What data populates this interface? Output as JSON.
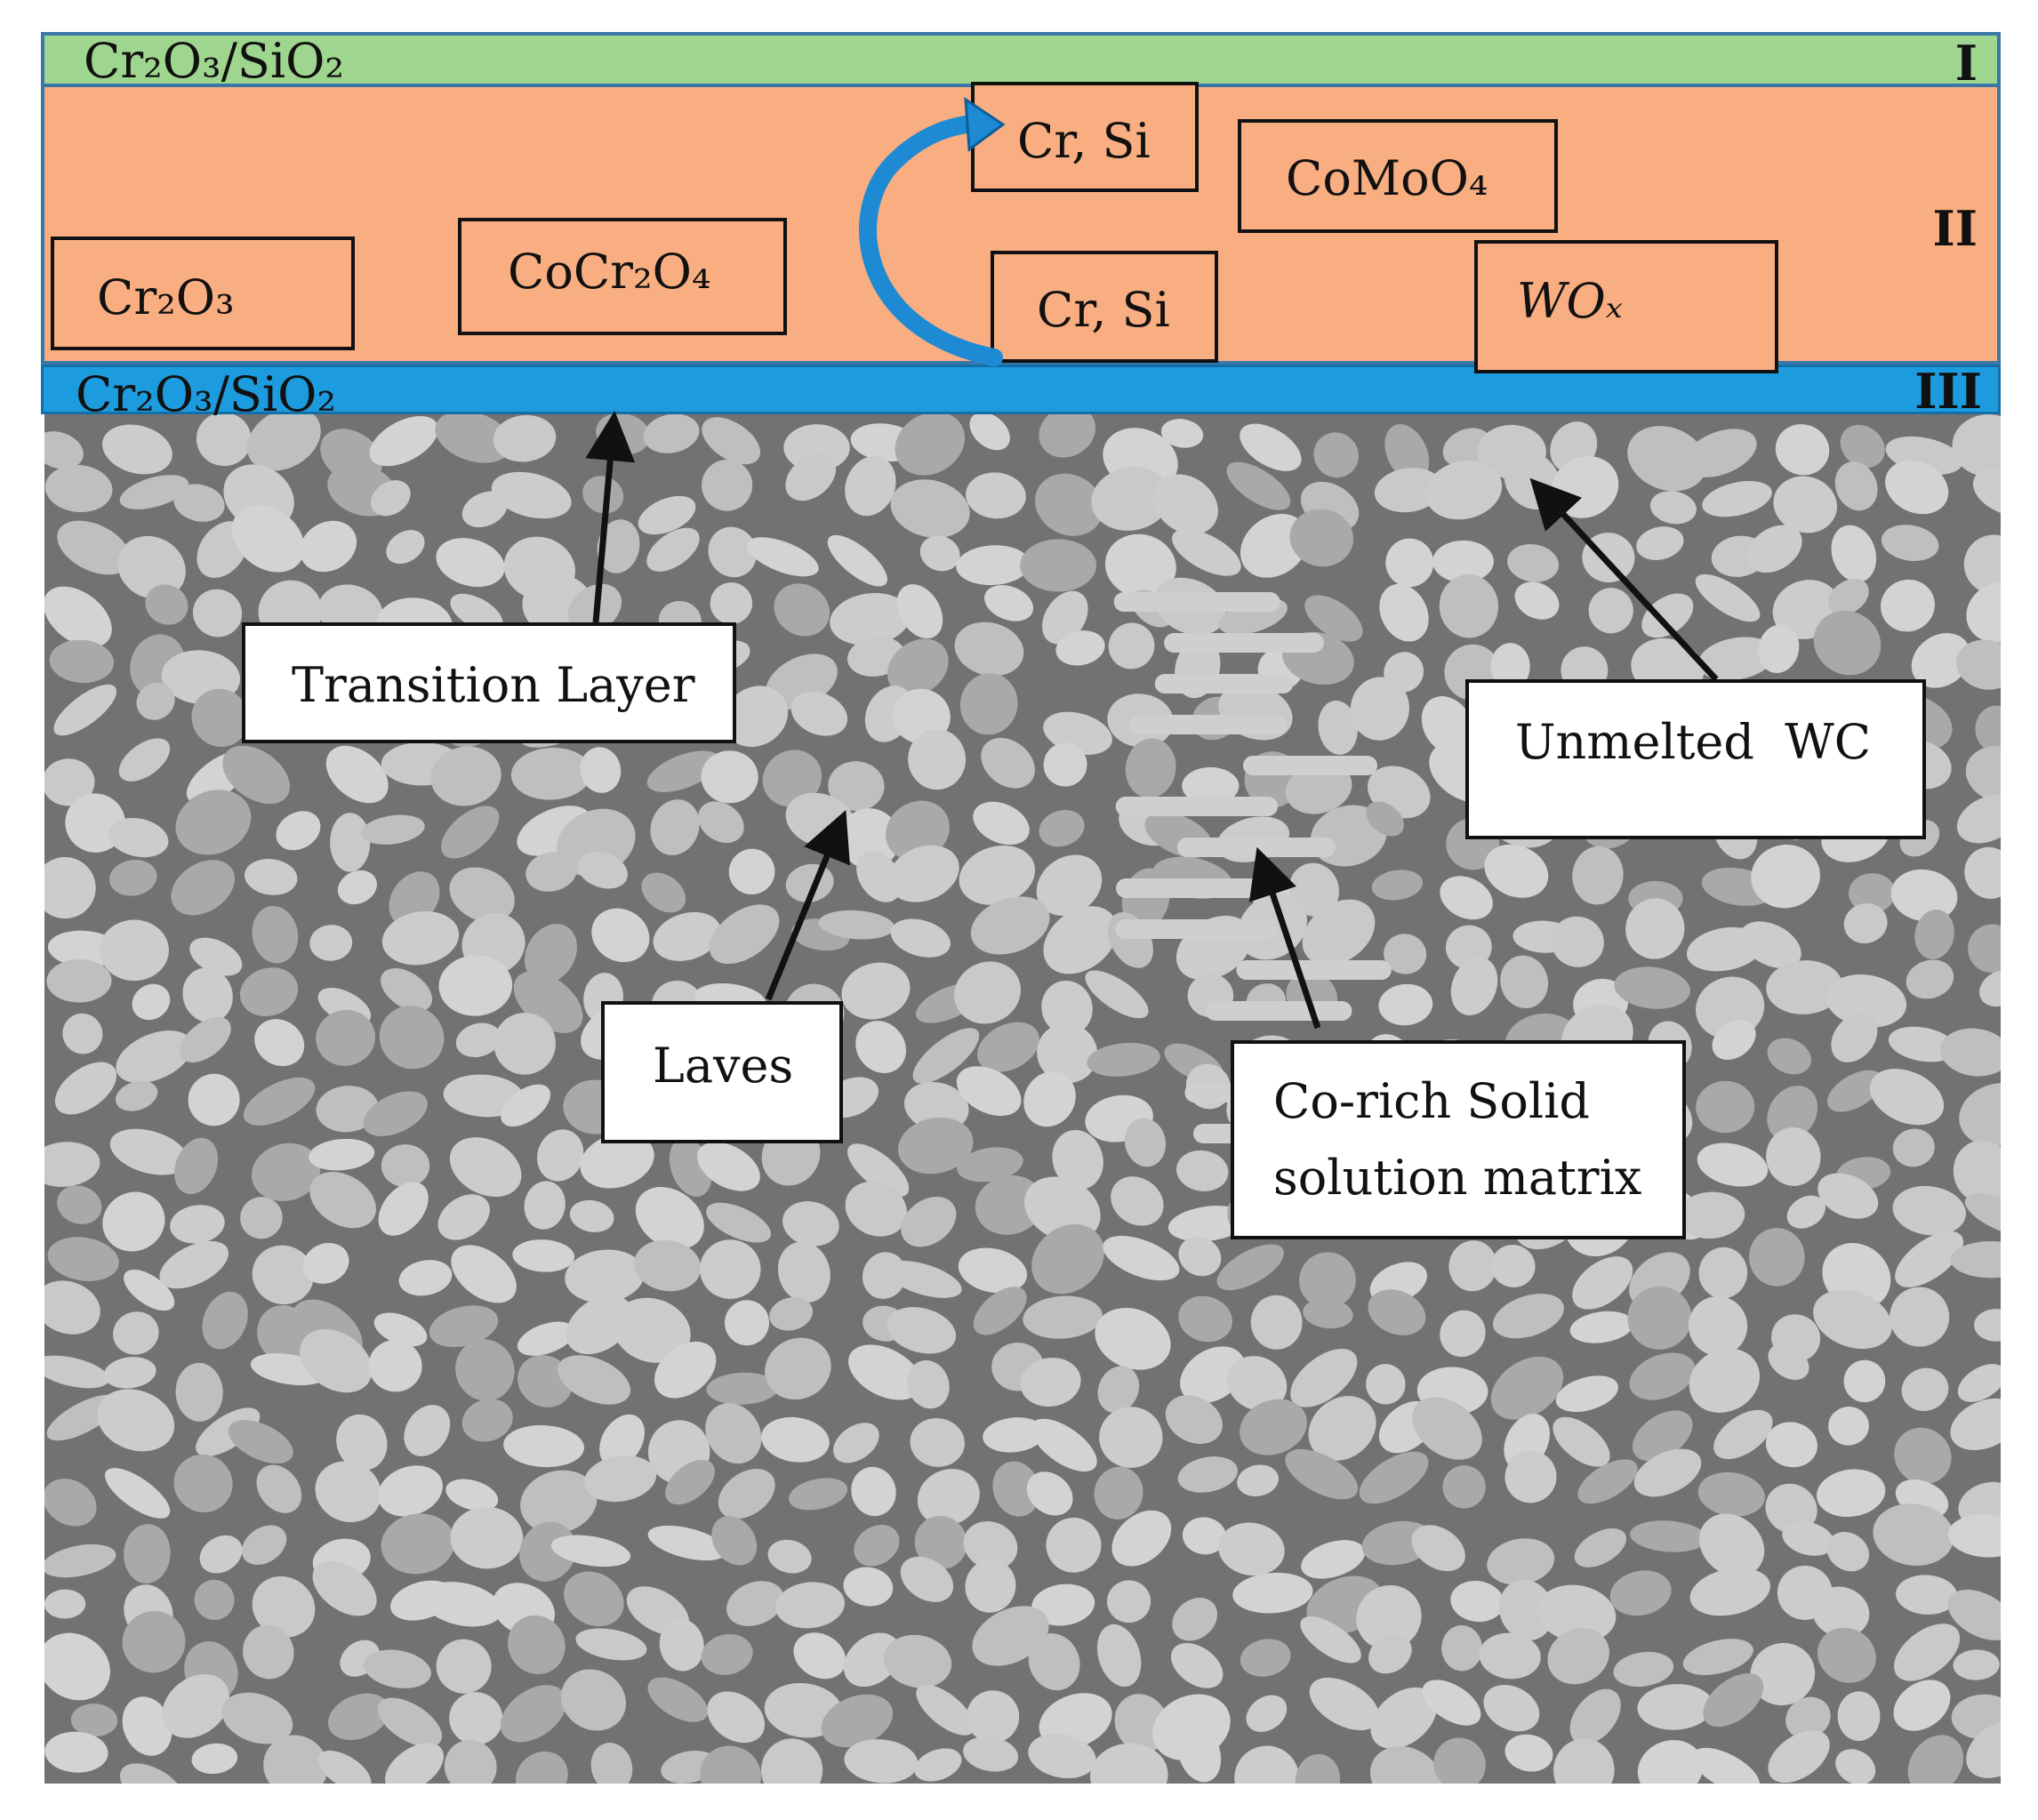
{
  "layers": {
    "top": {
      "label": "Cr₂O₃/SiO₂",
      "numeral": "I",
      "color": "#9fd68f"
    },
    "middle": {
      "numeral": "II",
      "color": "#f9ae82"
    },
    "bottom": {
      "label": "Cr₂O₃/SiO₂",
      "numeral": "III",
      "color": "#1c9cde"
    }
  },
  "oxide_boxes": {
    "cr2o3": "Cr₂O₃",
    "cocr2o4": "CoCr₂O₄",
    "cr_si_upper": "Cr, Si",
    "cr_si_lower": "Cr, Si",
    "comoo4": "CoMoO₄",
    "wox": "WOₓ"
  },
  "annotations": {
    "transition_layer": "Transition Layer",
    "unmelted_wc": "Unmelted  WC",
    "laves": "Laves",
    "co_rich_line1": "Co-rich Solid",
    "co_rich_line2": "solution matrix"
  },
  "colors": {
    "diffusion_arrow": "#1f8ad4",
    "pointer_arrow": "#111111",
    "box_border": "#111111"
  }
}
